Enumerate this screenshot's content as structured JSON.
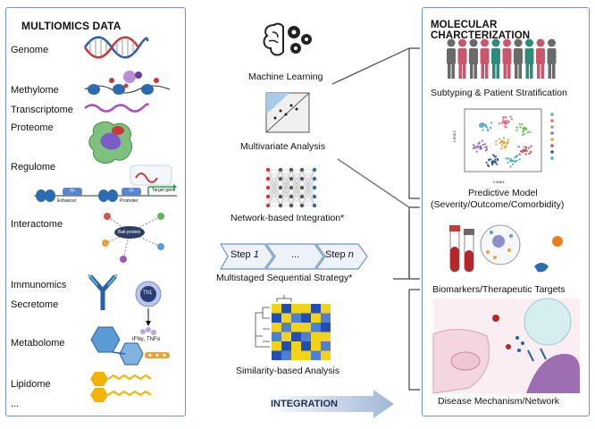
{
  "left_panel": {
    "title": "MULTIOMICS DATA",
    "items": [
      "Genome",
      "Methylome",
      "Transcriptome",
      "Proteome",
      "Regulome",
      "Interactome",
      "Immunomics",
      "Secretome",
      "Metabolome",
      "Lipidome",
      "..."
    ],
    "regulome_labels": {
      "tf1": "TF",
      "tf2": "TF",
      "enhancer": "Enhancer",
      "promoter": "Promoter",
      "target": "Target gene"
    },
    "interactome_label": "Bait protein",
    "immuno_labels": {
      "cell": "Th1",
      "cytokines": "IFNγ, TNFα"
    }
  },
  "methods": [
    {
      "label": "Machine Learning",
      "icon": "brain-gears-icon"
    },
    {
      "label": "Multivariate Analysis",
      "icon": "scatter-plot-icon"
    },
    {
      "label": "Network-based Integration*",
      "icon": "neural-network-icon"
    },
    {
      "label": "Multistaged Sequential Strategy*",
      "icon": "step-arrows-icon"
    },
    {
      "label": "Similarity-based Analysis",
      "icon": "heatmap-icon"
    }
  ],
  "steps": {
    "step1_prefix": "Step ",
    "step1_num": "1",
    "dots": "...",
    "stepn_prefix": "Step ",
    "stepn_num": "n"
  },
  "integration_label": "INTEGRATION",
  "right_panel": {
    "title": "MOLECULAR CHARCTERIZATION",
    "outputs": [
      "Subtyping & Patient Stratification",
      "Predictive Model",
      "(Severity/Outcome/Comorbidity)",
      "Biomarkers/Therapeutic Targets",
      "Disease Mechanism/Network"
    ],
    "tsne": {
      "xlabel": "t-SNE1",
      "ylabel": "t-SNE2"
    }
  },
  "colors": {
    "panel_border": "#6f93c2",
    "arrow": "#9fb6d6",
    "accent_blue": "#2f5597",
    "heat_yellow": "#f2d21b",
    "heat_blue": "#1f4fb0"
  }
}
